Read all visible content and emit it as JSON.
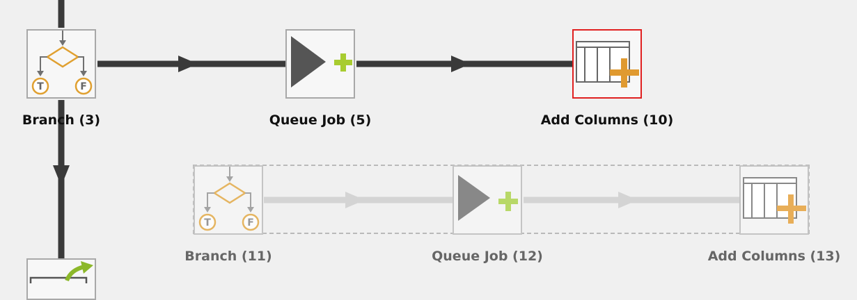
{
  "nodes": [
    {
      "id": "branch-3",
      "label": "Branch (3)",
      "icon": "branch-icon",
      "state": "normal"
    },
    {
      "id": "queue-job-5",
      "label": "Queue Job (5)",
      "icon": "queue-job-icon",
      "state": "normal"
    },
    {
      "id": "add-columns-10",
      "label": "Add Columns (10)",
      "icon": "add-columns-icon",
      "state": "selected"
    },
    {
      "id": "branch-11",
      "label": "Branch (11)",
      "icon": "branch-icon",
      "state": "ghost"
    },
    {
      "id": "queue-job-12",
      "label": "Queue Job (12)",
      "icon": "queue-job-icon",
      "state": "ghost"
    },
    {
      "id": "add-columns-13",
      "label": "Add Columns (13)",
      "icon": "add-columns-icon",
      "state": "ghost"
    }
  ],
  "branch_outputs": {
    "true_label": "T",
    "false_label": "F"
  },
  "colors": {
    "connector": "#3a3a3a",
    "connector_ghost": "#d4d4d4",
    "branch_diamond": "#e0a030",
    "plus_green": "#a8cc30",
    "plus_orange": "#e09a30",
    "selection": "#e02020"
  }
}
